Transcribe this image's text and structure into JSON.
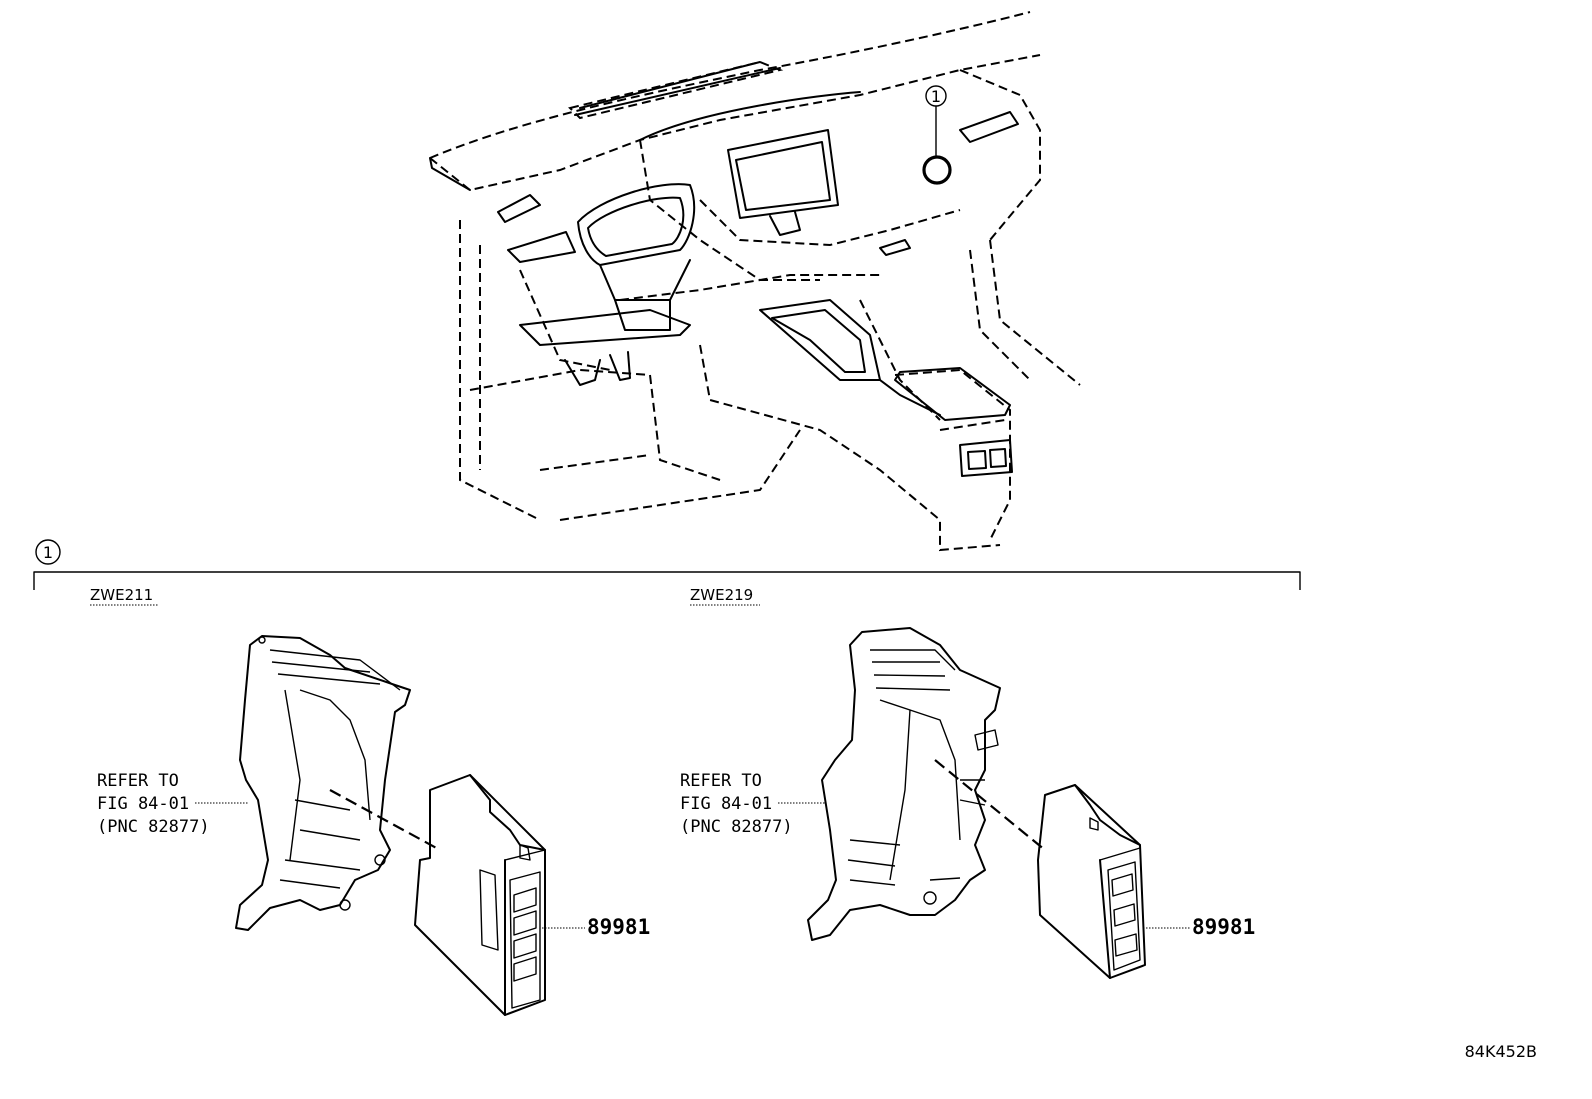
{
  "figure": {
    "figure_id": "84K452B"
  },
  "overview": {
    "callout_number": "1"
  },
  "detail": {
    "callout_number": "1",
    "variants": [
      {
        "code": "ZWE211",
        "refer_lines": [
          "REFER TO",
          "FIG 84-01",
          "(PNC 82877)"
        ],
        "part_number": "89981"
      },
      {
        "code": "ZWE219",
        "refer_lines": [
          "REFER TO",
          "FIG 84-01",
          "(PNC 82877)"
        ],
        "part_number": "89981"
      }
    ]
  },
  "colors": {
    "line": "#000000",
    "background": "#ffffff"
  }
}
